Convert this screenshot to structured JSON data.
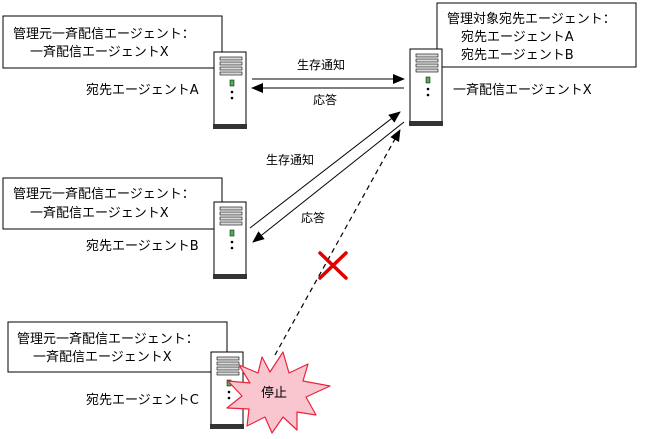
{
  "mgmt_boxes": {
    "a": {
      "line1": "管理元一斉配信エージェント：",
      "line2": "一斉配信エージェントX"
    },
    "b": {
      "line1": "管理元一斉配信エージェント：",
      "line2": "一斉配信エージェントX"
    },
    "c": {
      "line1": "管理元一斉配信エージェント：",
      "line2": "一斉配信エージェントX"
    },
    "x": {
      "line1": "管理対象宛先エージェント：",
      "line2": "宛先エージェントA",
      "line3": "宛先エージェントB"
    }
  },
  "agents": {
    "a": "宛先エージェントA",
    "b": "宛先エージェントB",
    "c": "宛先エージェントC",
    "x": "一斉配信エージェントX"
  },
  "messages": {
    "alive_a": "生存通知",
    "reply_a": "応答",
    "alive_b": "生存通知",
    "reply_b": "応答"
  },
  "stop_label": "停止",
  "colors": {
    "burst_fill": "#f9c6cf",
    "burst_stroke": "#e8243c",
    "cross": "#e00000"
  }
}
